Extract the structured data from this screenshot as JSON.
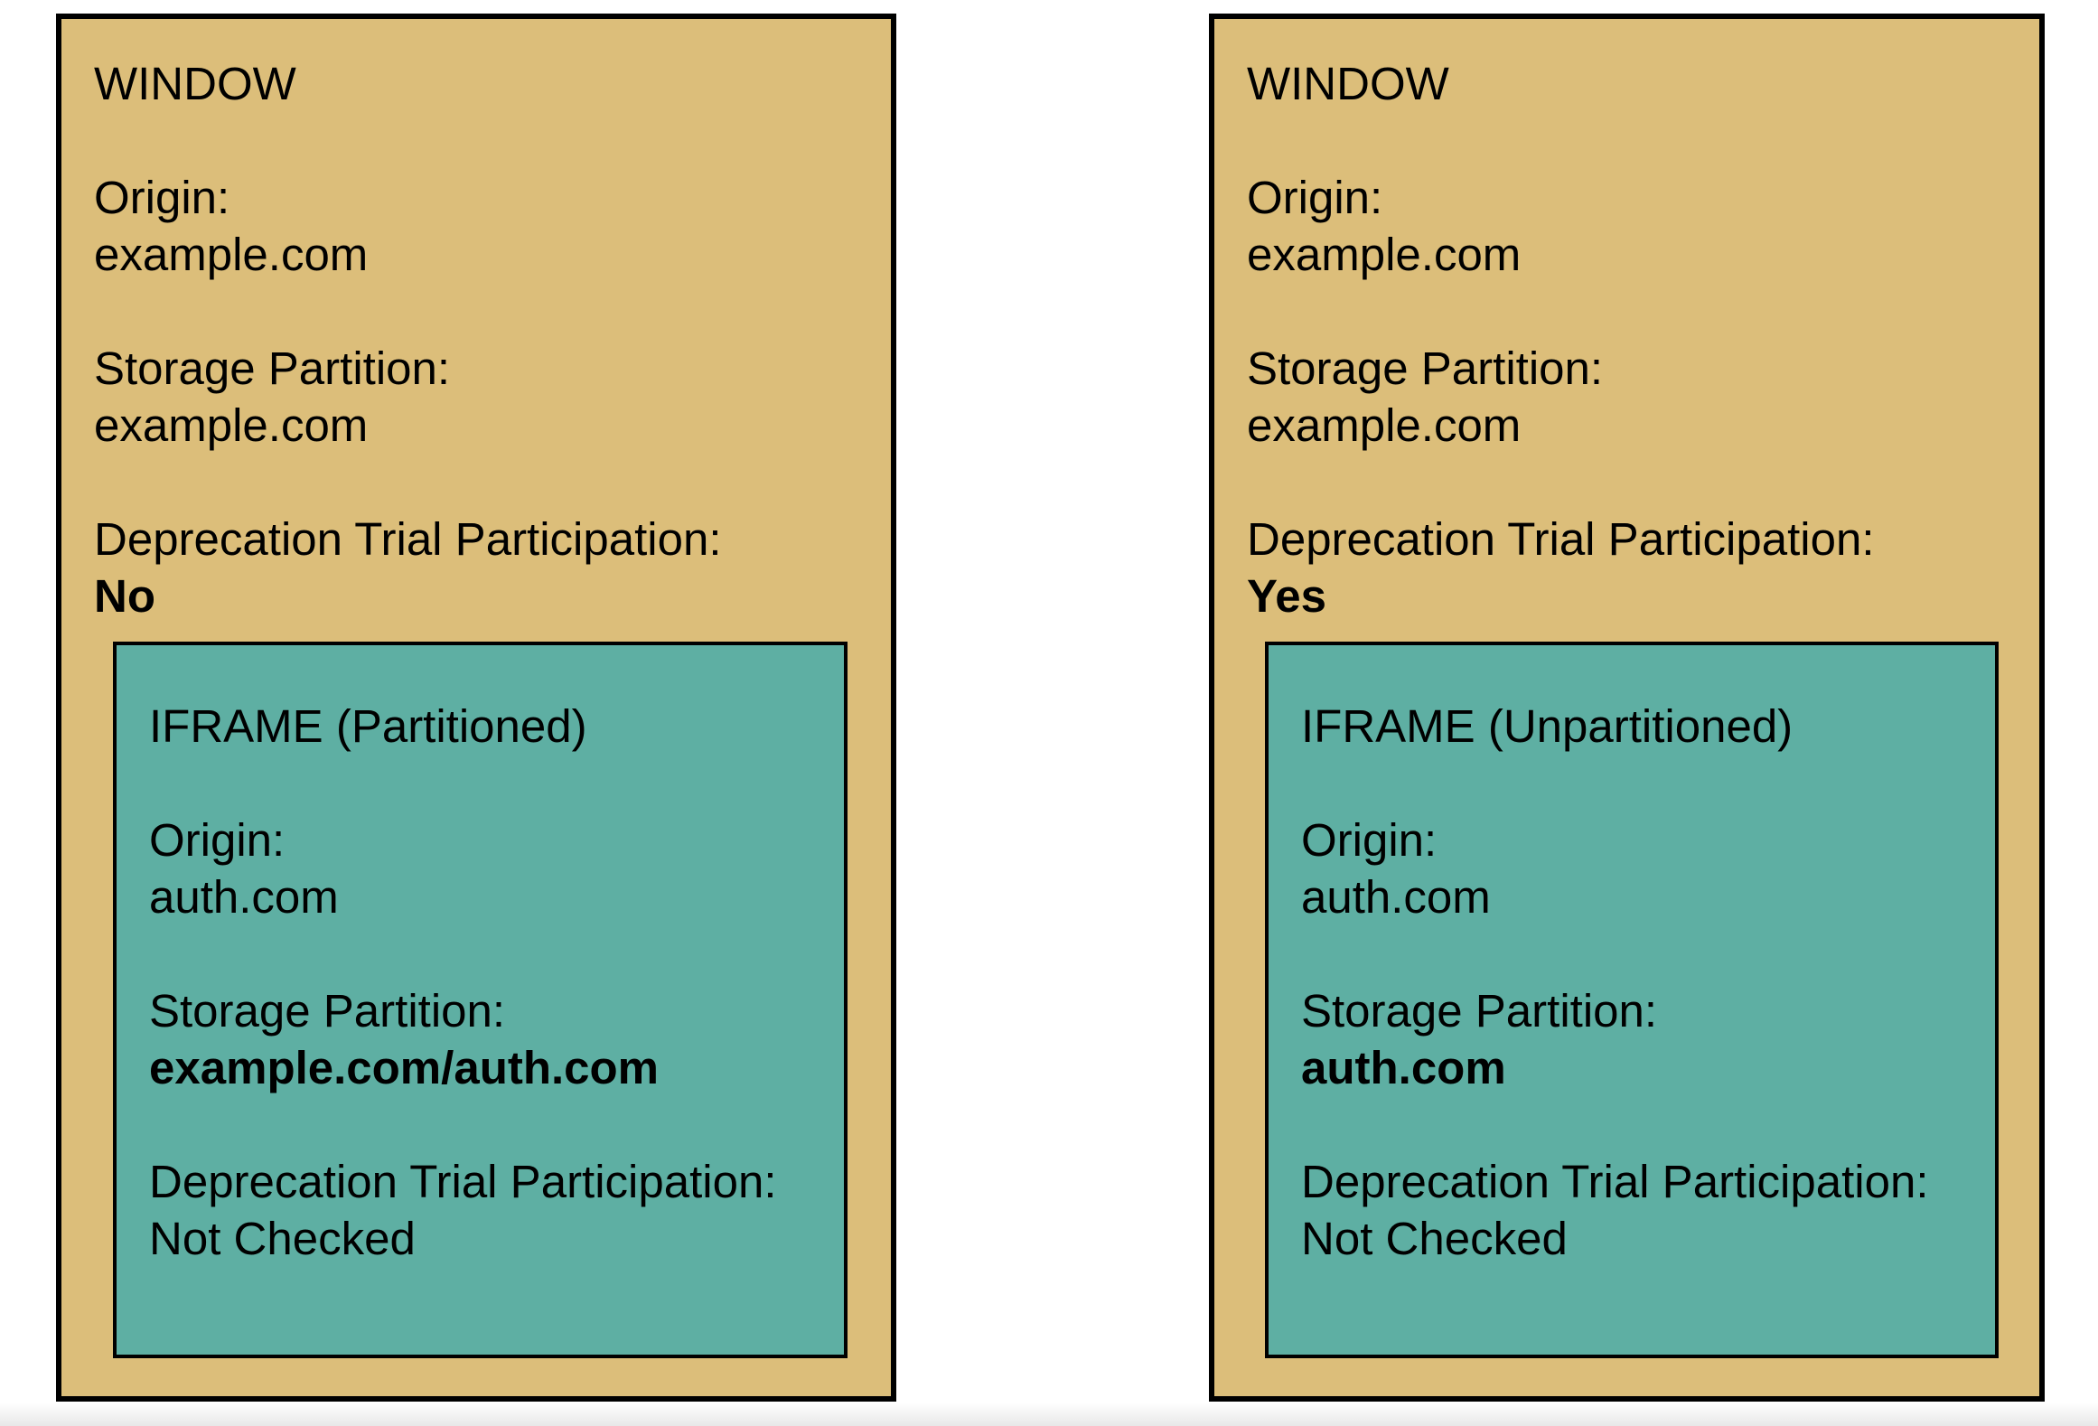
{
  "colors": {
    "window_fill": "#DCBE7A",
    "iframe_fill": "#5EAFA3",
    "border": "#000000",
    "text": "#000000"
  },
  "panels": [
    {
      "title": "WINDOW",
      "fields": [
        {
          "label": "Origin:",
          "value": "example.com",
          "bold_value": false
        },
        {
          "label": "Storage Partition:",
          "value": "example.com",
          "bold_value": false
        },
        {
          "label": "Deprecation Trial Participation:",
          "value": "No",
          "bold_value": true
        }
      ],
      "iframe": {
        "title": "IFRAME (Partitioned)",
        "fields": [
          {
            "label": "Origin:",
            "value": "auth.com",
            "bold_value": false
          },
          {
            "label": "Storage Partition:",
            "value": "example.com/auth.com",
            "bold_value": true
          },
          {
            "label": "Deprecation Trial Participation:",
            "value": "Not Checked",
            "bold_value": false
          }
        ]
      }
    },
    {
      "title": "WINDOW",
      "fields": [
        {
          "label": "Origin:",
          "value": "example.com",
          "bold_value": false
        },
        {
          "label": "Storage Partition:",
          "value": "example.com",
          "bold_value": false
        },
        {
          "label": "Deprecation Trial Participation:",
          "value": "Yes",
          "bold_value": true
        }
      ],
      "iframe": {
        "title": "IFRAME (Unpartitioned)",
        "fields": [
          {
            "label": "Origin:",
            "value": "auth.com",
            "bold_value": false
          },
          {
            "label": "Storage Partition:",
            "value": "auth.com",
            "bold_value": true
          },
          {
            "label": "Deprecation Trial Participation:",
            "value": "Not Checked",
            "bold_value": false
          }
        ]
      }
    }
  ]
}
